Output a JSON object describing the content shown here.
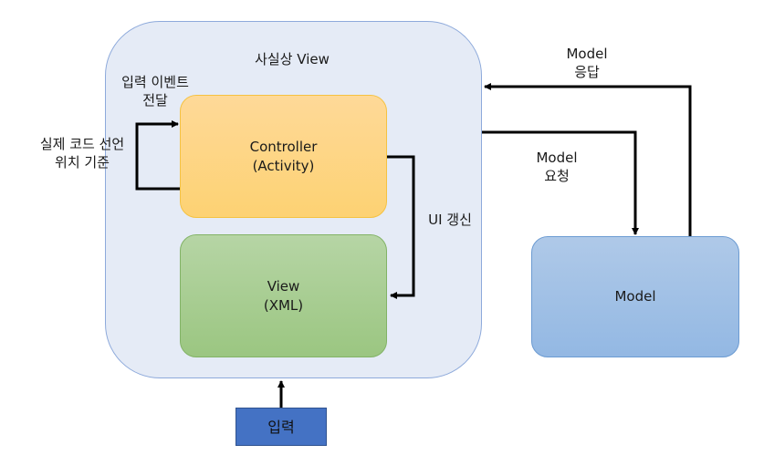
{
  "container": {
    "title": "사실상 View"
  },
  "nodes": {
    "controller": {
      "label": "Controller\n(Activity)"
    },
    "view": {
      "label": "View\n(XML)"
    },
    "model": {
      "label": "Model"
    },
    "input": {
      "label": "입력"
    }
  },
  "edge_labels": {
    "input_event": "입력 이벤트\n전달",
    "code_position": "실제 코드 선언\n위치 기준",
    "ui_update": "UI 갱신",
    "model_request": "Model\n요청",
    "model_response": "Model\n응답"
  },
  "colors": {
    "container_fill": "#e5ebf6",
    "controller_fill": "#fed998",
    "view_fill": "#9bc681",
    "model_fill": "#93b8e3",
    "input_fill": "#4472c4"
  }
}
